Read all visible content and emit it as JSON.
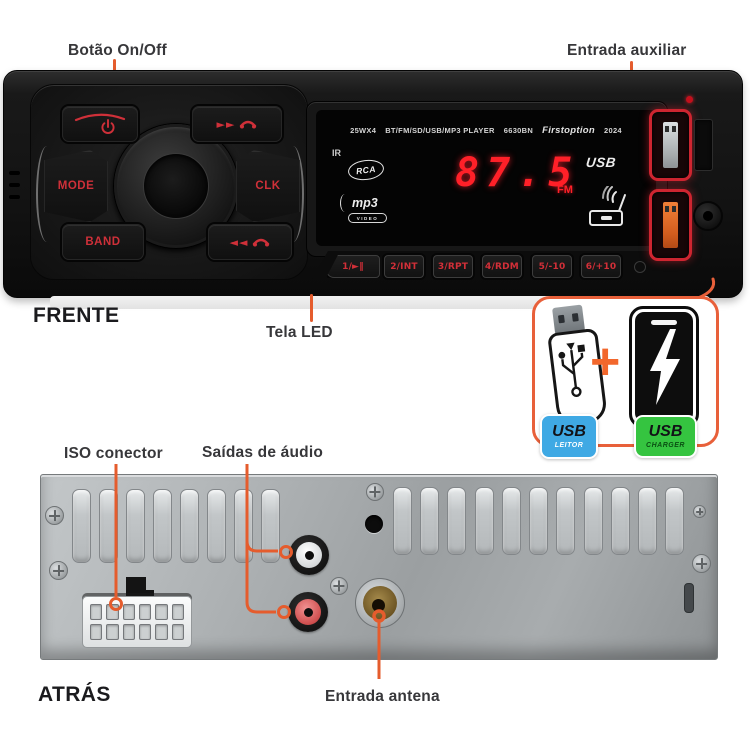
{
  "callouts": {
    "boton_onoff": "Botão On/Off",
    "entrada_auxiliar": "Entrada auxiliar",
    "frente": "FRENTE",
    "tela_led": "Tela LED",
    "iso_conector": "ISO conector",
    "saidas_audio": "Saídas de áudio",
    "atras": "ATRÁS",
    "entrada_antena": "Entrada antena"
  },
  "stereo": {
    "display": {
      "power_rating": "25WX4",
      "sources": "BT/FM/SD/USB/MP3 PLAYER",
      "model": "6630BN",
      "brand": "Firstoption",
      "year": "2024",
      "ir_label": "IR",
      "rca_label": "RCA",
      "mp3_label": "mp3",
      "mp3_sub": "VIDEO",
      "frequency": "87.5",
      "band": "FM",
      "usb_label": "USB"
    },
    "controls": {
      "mode": "MODE",
      "clk": "CLK",
      "band": "BAND",
      "seek_fwd_glyph": "►►",
      "seek_back_glyph": "◄◄",
      "presets": [
        "1/►‖",
        "2/INT",
        "3/RPT",
        "4/RDM",
        "5/-10",
        "6/+10"
      ]
    }
  },
  "usb_features": {
    "plus": "+",
    "reader": {
      "title": "USB",
      "subtitle": "LEITOR"
    },
    "charger": {
      "title": "USB",
      "subtitle": "CHARGER"
    }
  },
  "colors": {
    "callout_orange": "#E55C2D",
    "led_red": "#FF2028",
    "button_red": "#CF3039",
    "reader_blue": "#3FA9E4",
    "charger_green": "#35C440"
  }
}
